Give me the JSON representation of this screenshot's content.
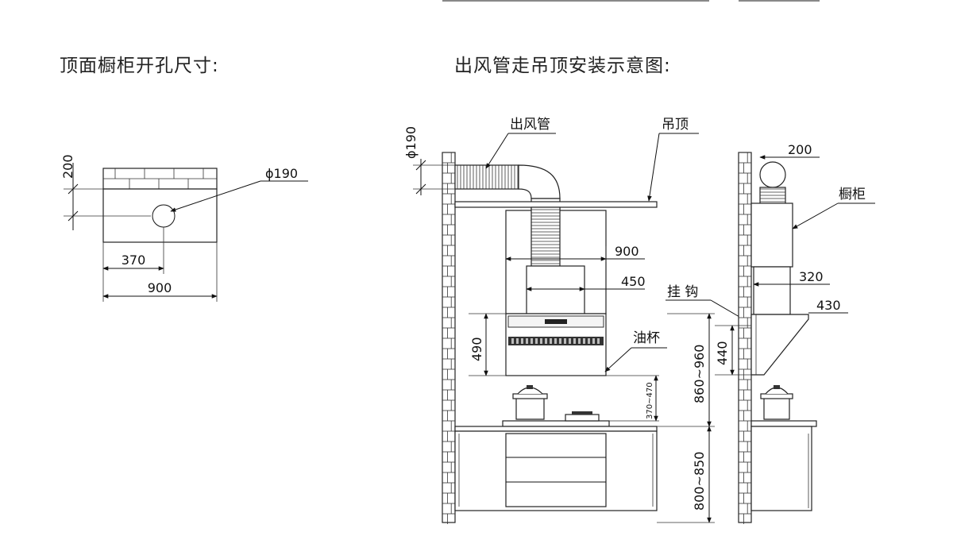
{
  "left_panel": {
    "title": "顶面橱柜开孔尺寸:",
    "dim_200": "200",
    "dim_phi190": "ϕ190",
    "dim_370": "370",
    "dim_900": "900"
  },
  "right_panel": {
    "title": "出风管走吊顶安装示意图:",
    "label_duct": "出风管",
    "label_ceiling": "吊顶",
    "label_hook": "挂 钩",
    "label_oilcup": "油杯",
    "label_cabinet": "橱柜",
    "dim_phi190": "ϕ190",
    "dim_900": "900",
    "dim_450": "450",
    "dim_490": "490",
    "dim_370_470": "370~470",
    "dim_860_960": "860~960",
    "dim_800_850": "800~850",
    "dim_200": "200",
    "dim_320": "320",
    "dim_430": "430",
    "dim_440": "440"
  },
  "colors": {
    "line": "#111111",
    "hood_fill": "#f4f4f4",
    "brick": "#ffffff"
  }
}
